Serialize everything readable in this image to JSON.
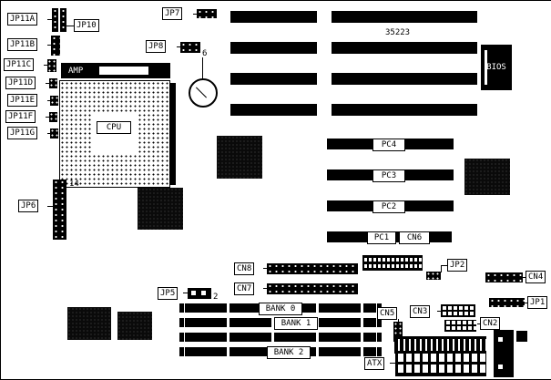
{
  "part_number": "35223",
  "labels": {
    "jp11a": "JP11A",
    "jp10": "JP10",
    "jp11b": "JP11B",
    "jp11c": "JP11C",
    "jp11d": "JP11D",
    "jp11e": "JP11E",
    "jp11f": "JP11F",
    "jp11g": "JP11G",
    "jp7": "JP7",
    "jp8": "JP8",
    "jp6": "JP6",
    "jp5": "JP5",
    "jp2": "JP2",
    "jp1": "JP1",
    "cn2": "CN2",
    "cn3": "CN3",
    "cn4": "CN4",
    "cn5": "CN5",
    "cn6": "CN6",
    "cn7": "CN7",
    "cn8": "CN8",
    "atx": "ATX",
    "cpu": "CPU",
    "amp": "AMP",
    "bios": "BIOS",
    "pc1": "PC1",
    "pc2": "PC2",
    "pc3": "PC3",
    "pc4": "PC4",
    "bank0": "BANK 0",
    "bank1": "BANK 1",
    "bank2": "BANK 2"
  },
  "pin_counts": {
    "jp8": "6",
    "jp6": "14",
    "jp5": "2"
  }
}
